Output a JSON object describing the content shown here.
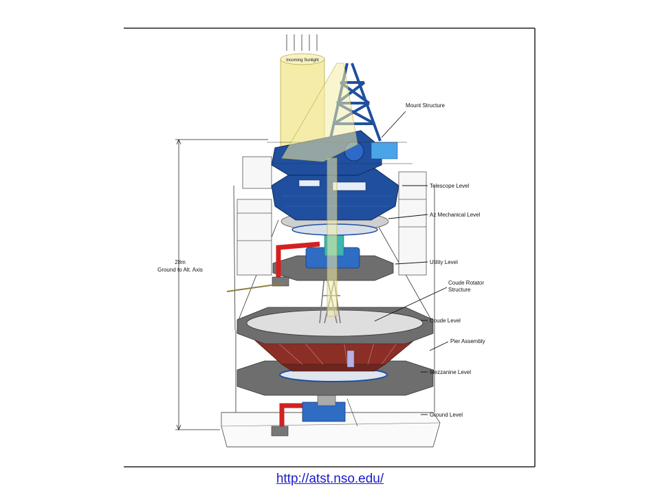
{
  "diagram": {
    "incoming_label": "Incoming Sunlight",
    "height_value": "28m",
    "height_desc": "Ground to Alt. Axis",
    "labels": {
      "mount": "Mount Structure",
      "telescope": "Telescope Level",
      "az": "Az Mechanical Level",
      "utility": "Utility Level",
      "rotator_1": "Coude Rotator",
      "rotator_2": "Structure",
      "coude": "Coude Level",
      "pier": "Pier Assembly",
      "mezz": "Mezzanine Level",
      "ground": "Ground Level"
    }
  },
  "link": {
    "text": "http://atst.nso.edu/"
  },
  "colors": {
    "mount_blue": "#1f4f9e",
    "pier_red": "#8b2e26",
    "pipe_red": "#d42020",
    "light_yellow": "#f4eca8",
    "deck_gray": "#6e6e6e",
    "link_blue": "#1a1acc"
  }
}
